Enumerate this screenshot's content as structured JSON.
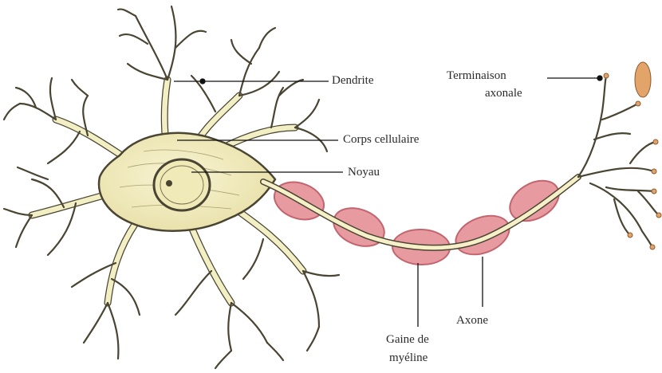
{
  "labels": {
    "dendrite": "Dendrite",
    "corps_cellulaire": "Corps cellulaire",
    "noyau": "Noyau",
    "terminaison_line1": "Terminaison",
    "terminaison_line2": "axonale",
    "axone": "Axone",
    "gaine_line1": "Gaine de",
    "gaine_line2": "myéline"
  },
  "colors": {
    "cytoplasm": "#f3efc4",
    "outline": "#4a4432",
    "myelin": "#e89aa1",
    "myelin_dark": "#c2656e",
    "axon_core": "#f5f0c8",
    "terminal": "#e3a46a",
    "leader_line": "#111111"
  }
}
